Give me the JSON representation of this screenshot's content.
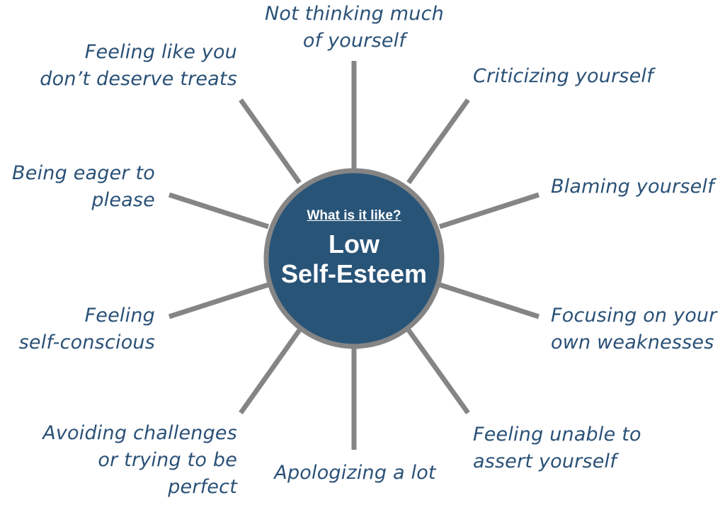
{
  "center": {
    "question": "What is it like?",
    "title_line1": "Low",
    "title_line2": "Self-Esteem"
  },
  "colors": {
    "circle_fill": "#285478",
    "circle_ring": "#858585",
    "spokes": "#858585",
    "label_text": "#2a5177"
  },
  "labels": [
    {
      "id": "top",
      "lines": [
        "Not thinking much",
        "of yourself"
      ]
    },
    {
      "id": "top-right",
      "lines": [
        "Criticizing yourself"
      ]
    },
    {
      "id": "right-upper",
      "lines": [
        "Blaming yourself"
      ]
    },
    {
      "id": "right-lower",
      "lines": [
        "Focusing on your",
        "own weaknesses"
      ]
    },
    {
      "id": "bottom-right",
      "lines": [
        "Feeling unable to",
        "assert yourself"
      ]
    },
    {
      "id": "bottom",
      "lines": [
        "Apologizing a lot"
      ]
    },
    {
      "id": "bottom-left",
      "lines": [
        "Avoiding challenges",
        "or trying to be",
        "perfect"
      ]
    },
    {
      "id": "left-lower",
      "lines": [
        "Feeling",
        "self-conscious"
      ]
    },
    {
      "id": "left-upper",
      "lines": [
        "Being eager to",
        "please"
      ]
    },
    {
      "id": "top-left",
      "lines": [
        "Feeling like you",
        "don’t deserve treats"
      ]
    }
  ]
}
